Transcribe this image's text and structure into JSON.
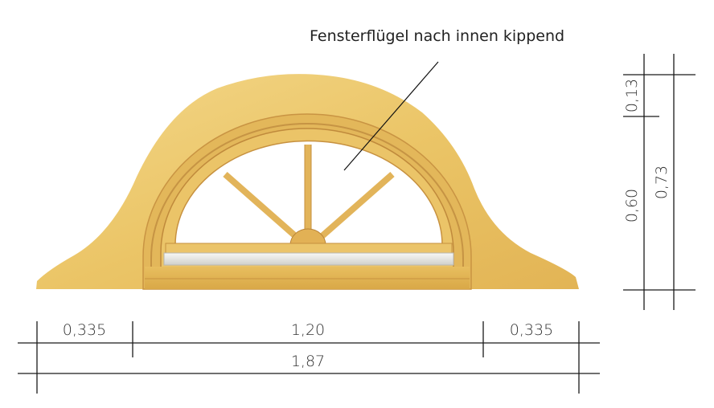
{
  "diagram": {
    "subject": "Rundbogen-Dachgaubenfenster (Holz)",
    "callout": {
      "label": "Fensterflügel nach innen kippend"
    },
    "horizontal_dimensions": {
      "segments": [
        {
          "label": "0,335",
          "value": 0.335
        },
        {
          "label": "1,20",
          "value": 1.2
        },
        {
          "label": "0,335",
          "value": 0.335
        }
      ],
      "total": {
        "label": "1,87",
        "value": 1.87
      }
    },
    "vertical_dimensions": {
      "segments": [
        {
          "label": "0,13",
          "value": 0.13
        },
        {
          "label": "0,60",
          "value": 0.6
        }
      ],
      "total": {
        "label": "0,73",
        "value": 0.73
      }
    },
    "colors": {
      "wood_light": "#f1d27e",
      "wood_mid": "#e5b95a",
      "wood_dark": "#c8923a",
      "glass": "#ffffff",
      "sill": "#e9e9e6",
      "line": "#1a1a1a"
    }
  }
}
